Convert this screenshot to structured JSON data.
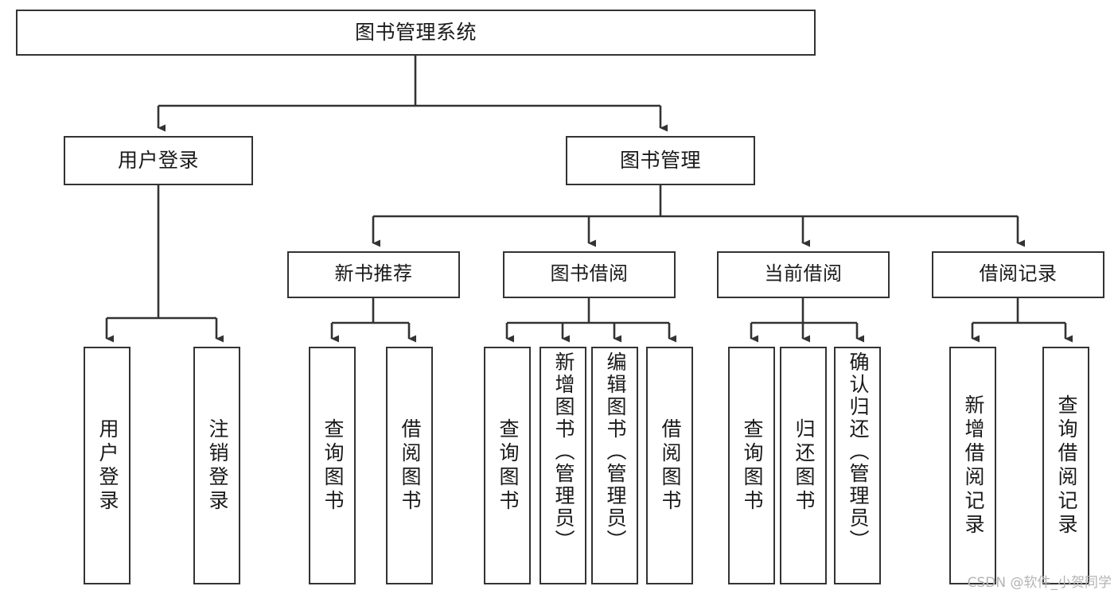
{
  "diagram": {
    "title": "图书管理系统",
    "type": "functional-structure-tree",
    "stroke_color": "#333333",
    "fill_color": "#ffffff",
    "text_color": "#1a1a1a",
    "nodes": {
      "root": {
        "label": "图书管理系统"
      },
      "level1": [
        {
          "id": "user-login",
          "label": "用户登录"
        },
        {
          "id": "book-manage",
          "label": "图书管理"
        }
      ],
      "level2": [
        {
          "id": "new-book-recommend",
          "label": "新书推荐"
        },
        {
          "id": "book-borrow",
          "label": "图书借阅"
        },
        {
          "id": "current-borrow",
          "label": "当前借阅"
        },
        {
          "id": "borrow-record",
          "label": "借阅记录"
        }
      ],
      "leaves": [
        {
          "id": "leaf-user-login",
          "label": "用户登录",
          "parent": "user-login"
        },
        {
          "id": "leaf-logout-login",
          "label": "注销登录",
          "parent": "user-login"
        },
        {
          "id": "leaf-query-book-1",
          "label": "查询图书",
          "parent": "new-book-recommend"
        },
        {
          "id": "leaf-borrow-book-1",
          "label": "借阅图书",
          "parent": "new-book-recommend"
        },
        {
          "id": "leaf-query-book-2",
          "label": "查询图书",
          "parent": "book-borrow"
        },
        {
          "id": "leaf-add-book",
          "label": "新增图书（管理员）",
          "parent": "book-borrow"
        },
        {
          "id": "leaf-edit-book",
          "label": "编辑图书（管理员）",
          "parent": "book-borrow"
        },
        {
          "id": "leaf-borrow-book-2",
          "label": "借阅图书",
          "parent": "book-borrow"
        },
        {
          "id": "leaf-query-book-3",
          "label": "查询图书",
          "parent": "current-borrow"
        },
        {
          "id": "leaf-return-book",
          "label": "归还图书",
          "parent": "current-borrow"
        },
        {
          "id": "leaf-confirm-return",
          "label": "确认归还（管理员）",
          "parent": "current-borrow"
        },
        {
          "id": "leaf-add-record",
          "label": "新增借阅记录",
          "parent": "borrow-record"
        },
        {
          "id": "leaf-query-record",
          "label": "查询借阅记录",
          "parent": "borrow-record"
        }
      ]
    }
  },
  "watermark": {
    "text": "CSDN @软件_小贺同学"
  }
}
